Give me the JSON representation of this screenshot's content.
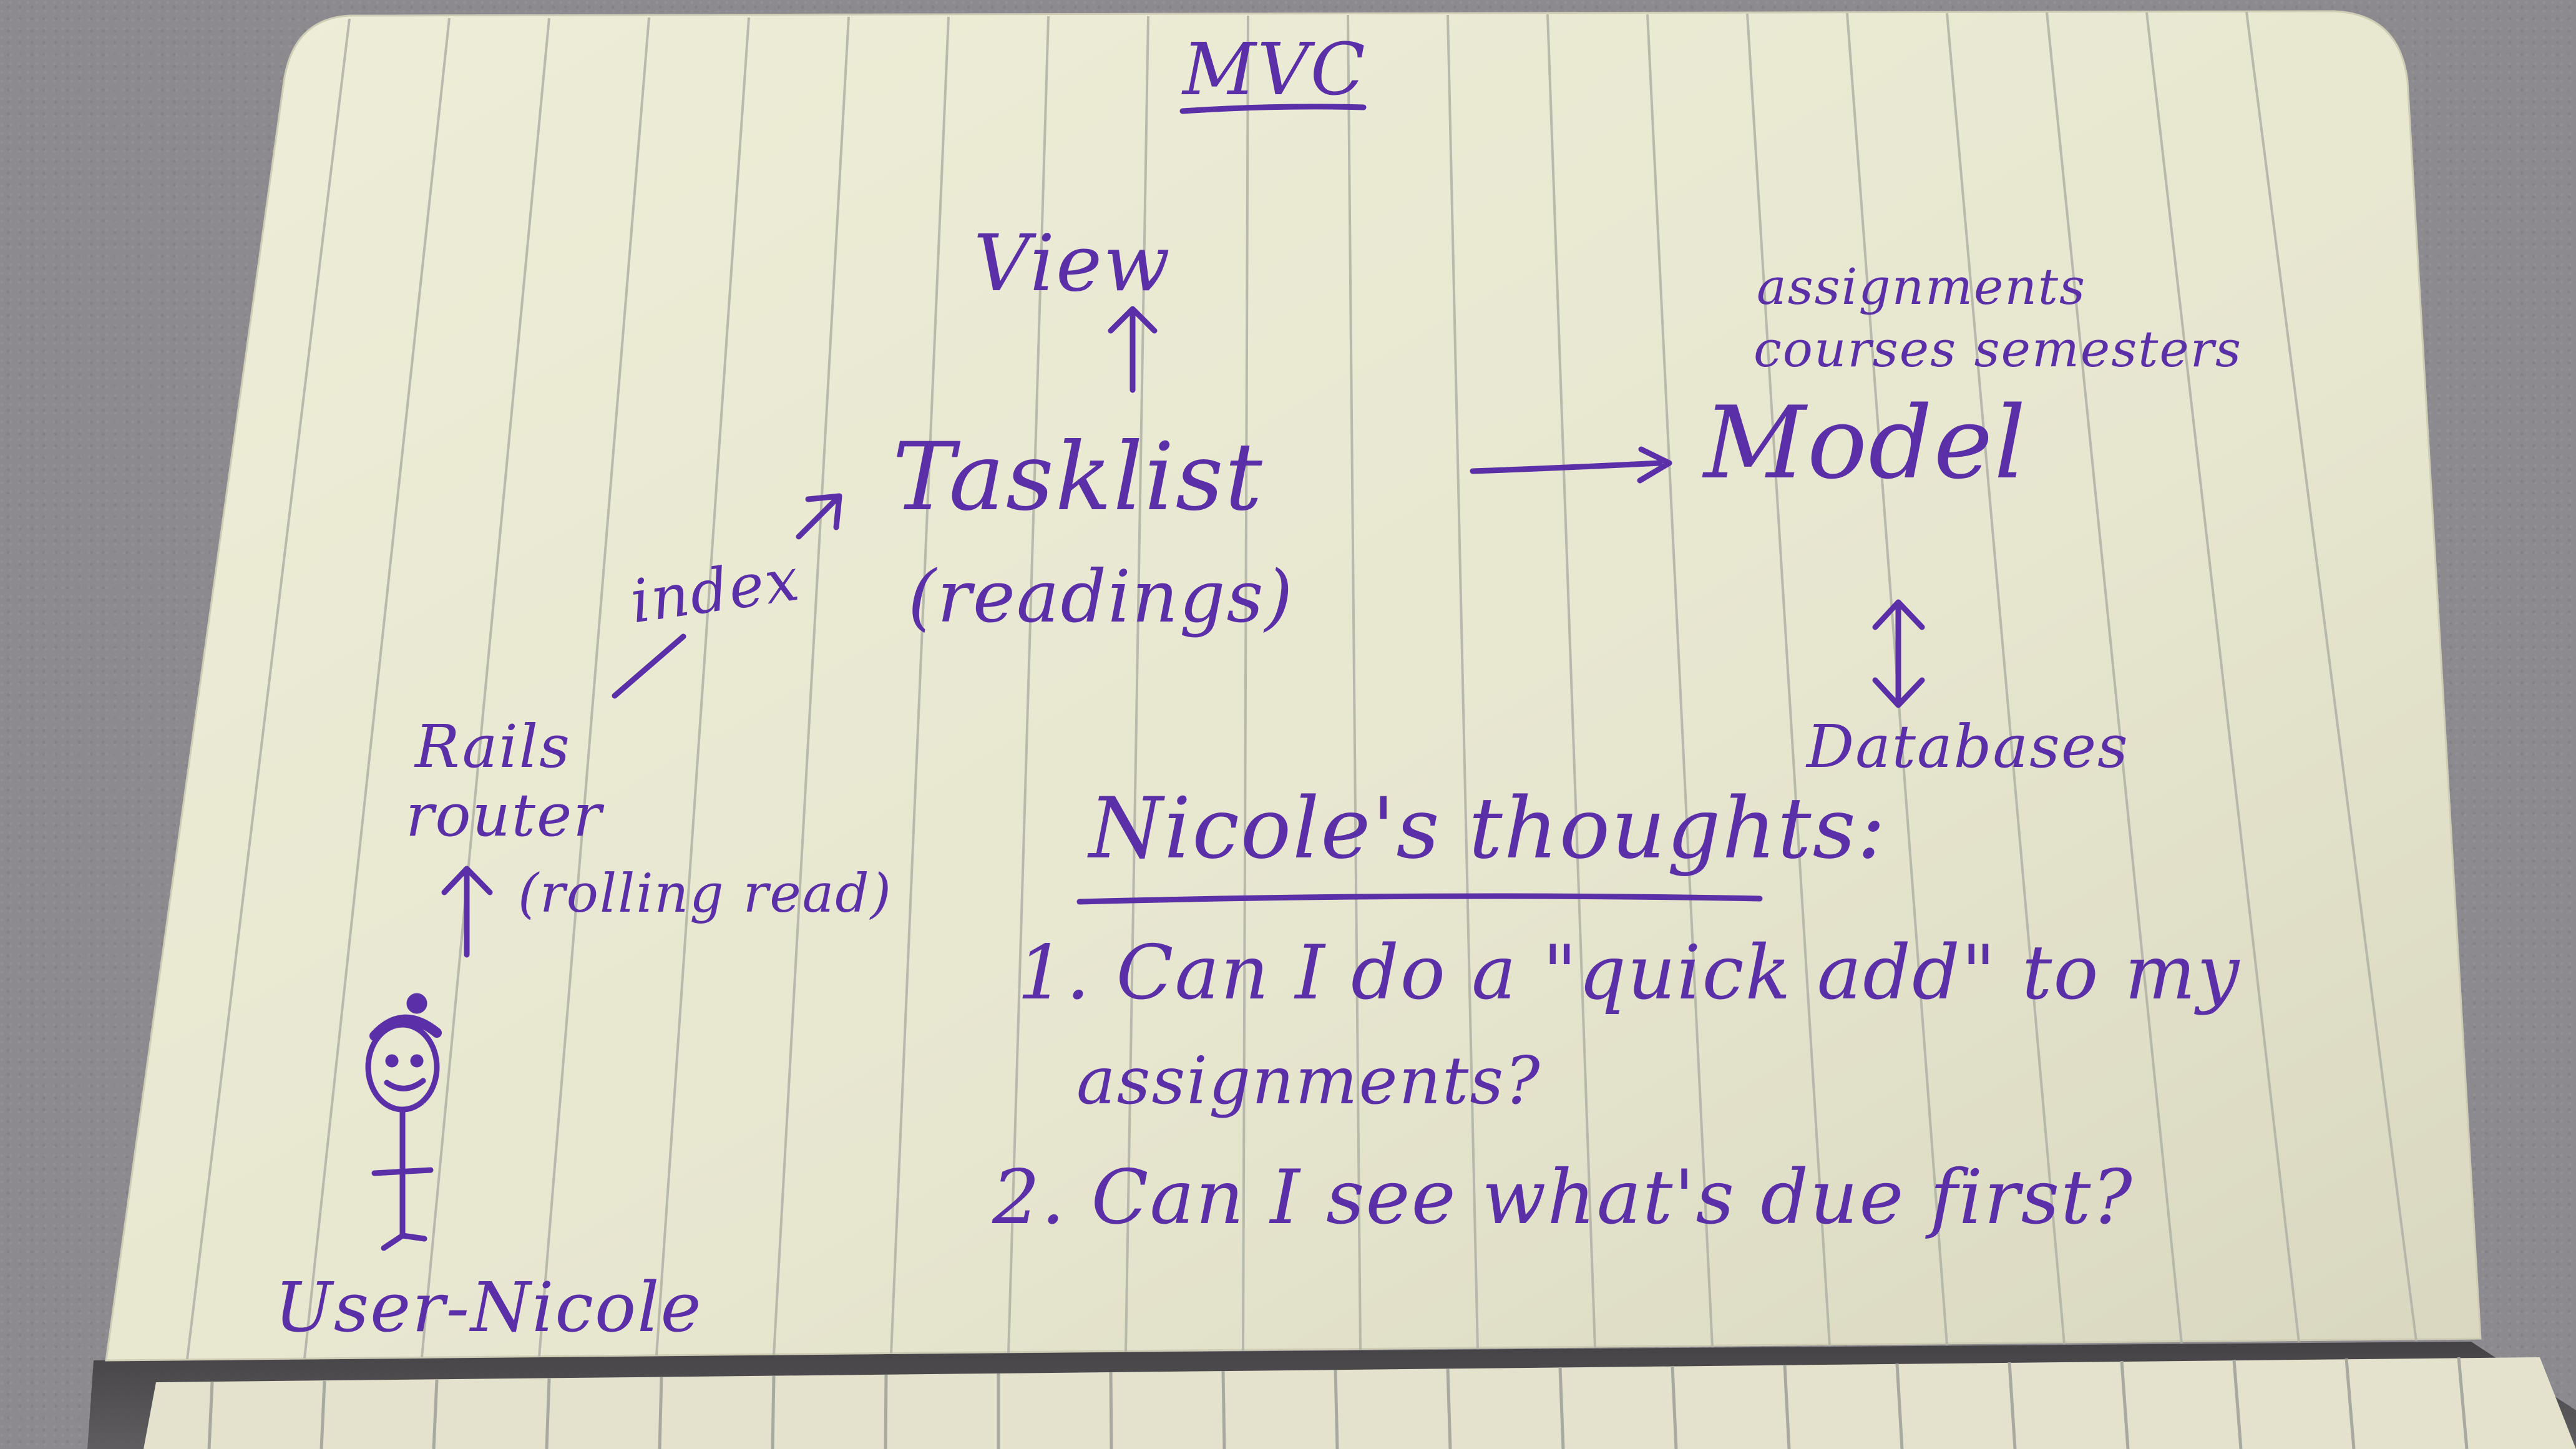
{
  "diagram": {
    "title": "MVC",
    "view": "View",
    "tasklist": "Tasklist",
    "tasklist_sub": "(readings)",
    "model": "Model",
    "model_note_1": "assignments",
    "model_note_2": "courses semesters",
    "databases": "Databases",
    "index": "index",
    "router_1": "Rails",
    "router_2": "router",
    "request": "(rolling read)",
    "user": "User-Nicole"
  },
  "notes": {
    "heading": "Nicole's thoughts:",
    "q1_line1": "1. Can I do a \"quick add\" to my",
    "q1_line2": "assignments?",
    "q2": "2. Can I see what's due first?"
  },
  "colors": {
    "ink": "#5b2fa8",
    "paper": "#ecebd6",
    "rule": "#a9aca2",
    "background": "#8c8a8e"
  }
}
